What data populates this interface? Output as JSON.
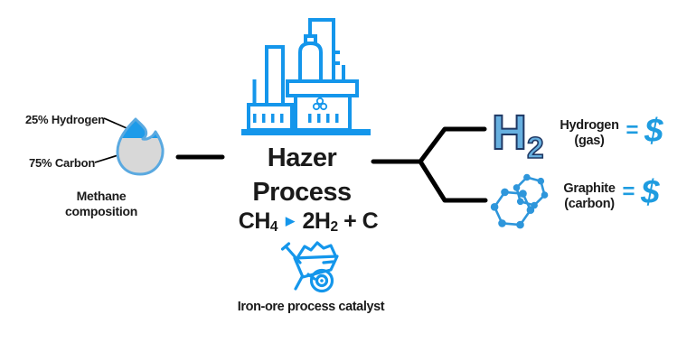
{
  "colors": {
    "azure": "#1496eb",
    "flame_outline": "#5aa9e0",
    "flame_blue": "#1e9be9",
    "flame_gray": "#d8d8d8",
    "h2_fill": "#67b0e0",
    "h2_outline": "#1f3864",
    "dollar_blue": "#1e9ce0",
    "molecule_blue": "#2e96db",
    "text_black": "#1a1a1a",
    "line_black": "#000000"
  },
  "icons": {
    "flame": "flame-icon",
    "factory": "factory-icon",
    "wheelbarrow": "wheelbarrow-icon",
    "graphite_molecule": "graphite-molecule-icon",
    "reaction_arrow": "reaction-arrow-icon"
  },
  "methane": {
    "label_hydrogen": "25% Hydrogen",
    "label_carbon": "75% Carbon",
    "caption_line1": "Methane",
    "caption_line2": "composition"
  },
  "process": {
    "title_line1": "Hazer",
    "title_line2": "Process",
    "equation": {
      "reactant": "CH",
      "reactant_sub": "4",
      "arrow": "▶",
      "product": "2H",
      "product_sub": "2",
      "product_rest": "+ C"
    },
    "catalyst_caption": "Iron-ore process catalyst"
  },
  "outputs": {
    "hydrogen": {
      "symbol": "H",
      "symbol_sub": "2",
      "name": "Hydrogen",
      "state": "(gas)",
      "equals": "=",
      "currency": "$"
    },
    "graphite": {
      "name": "Graphite",
      "state": "(carbon)",
      "equals": "=",
      "currency": "$"
    }
  }
}
